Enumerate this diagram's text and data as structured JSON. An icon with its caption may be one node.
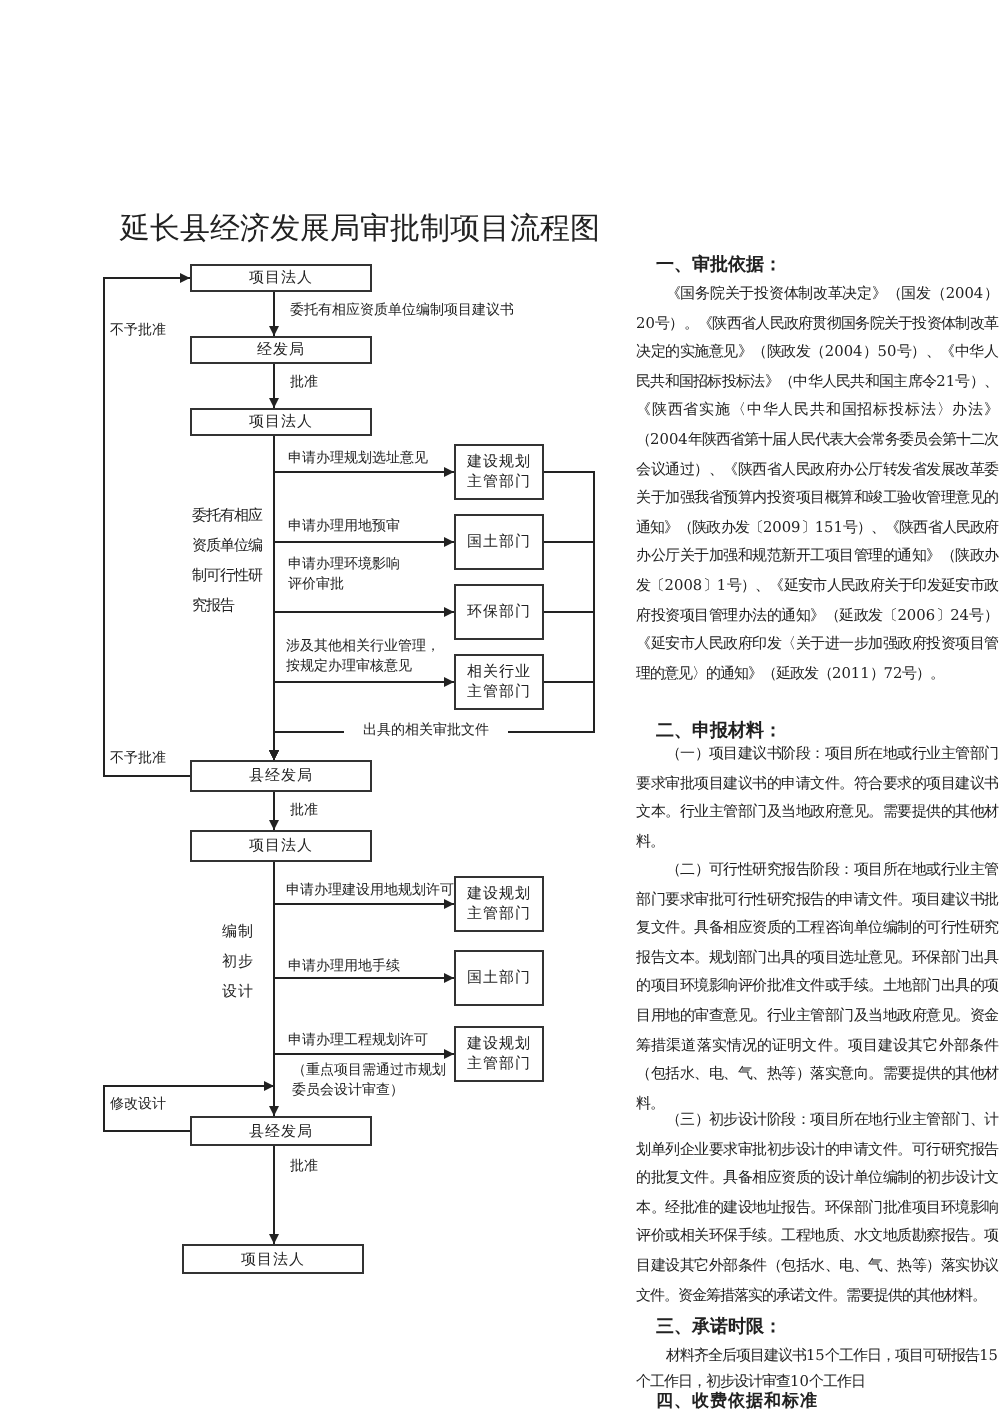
{
  "diagram": {
    "title": "延长县经济发展局审批制项目流程图",
    "nodes": [
      {
        "text": [
          "项目法人"
        ]
      },
      {
        "text": [
          "经发局"
        ]
      },
      {
        "text": [
          "项目法人"
        ]
      },
      {
        "text": [
          "建设规划主管部门"
        ]
      },
      {
        "text": [
          "国土部门"
        ]
      },
      {
        "text": [
          "环保部门"
        ]
      },
      {
        "text": [
          "相关行业主管部门"
        ]
      },
      {
        "text": [
          "县经发局"
        ]
      },
      {
        "text": [
          "项目法人"
        ]
      },
      {
        "text": [
          "建设规划主管部门"
        ]
      },
      {
        "text": [
          "国土部门"
        ]
      },
      {
        "text": [
          "建设规划主管部门"
        ]
      },
      {
        "text": [
          "县经发局"
        ]
      },
      {
        "text": [
          "项目法人"
        ]
      }
    ],
    "edges": [
      {
        "from": 0,
        "to": 1,
        "arrow": "to",
        "label": "委托有相应资质单位编制项目建议书"
      },
      {
        "from": 1,
        "to": 2,
        "arrow": "to",
        "label": "批准"
      },
      {
        "from": 7,
        "to": 0,
        "arrow": "to",
        "label": "不予批准"
      },
      {
        "from": 2,
        "to": 7,
        "arrow": "to",
        "label": "委托有相应资质单位编制可行性研究报告"
      },
      {
        "from": 2,
        "to": 3,
        "arrow": "to",
        "label": "申请办理规划选址意见"
      },
      {
        "from": 2,
        "to": 4,
        "arrow": "to",
        "label": "申请办理用地预审"
      },
      {
        "from": 2,
        "to": 5,
        "arrow": "to",
        "label": "申请办理环境影响评价审批"
      },
      {
        "from": 2,
        "to": 6,
        "arrow": "to",
        "label": "涉及其他相关行业管理，按规定办理审核意见"
      },
      {
        "from": 3,
        "to": 7,
        "arrow": "to"
      },
      {
        "from": 4,
        "to": 7,
        "arrow": "to"
      },
      {
        "from": 5,
        "to": 7,
        "arrow": "to"
      },
      {
        "from": 6,
        "to": 7,
        "arrow": "to",
        "label": "出具的相关审批文件"
      },
      {
        "from": 7,
        "to": 8,
        "arrow": "to",
        "label": "批准"
      },
      {
        "from": 8,
        "to": 12,
        "arrow": "to",
        "label": "编制初步设计"
      },
      {
        "from": 8,
        "to": 9,
        "arrow": "to",
        "label": "申请办理建设用地规划许可"
      },
      {
        "from": 8,
        "to": 10,
        "arrow": "to",
        "label": "申请办理用地手续"
      },
      {
        "from": 8,
        "to": 11,
        "arrow": "to",
        "label": "申请办理工程规划许可"
      },
      {
        "from": 12,
        "to": 12,
        "arrow": "to",
        "label": "修改设计"
      },
      {
        "from": 12,
        "to": 13,
        "arrow": "to",
        "label": "批准"
      }
    ],
    "labels": [
      "不予批准",
      "（重点项目需通过市规划委员会设计审查）",
      "一、审批依据：",
      "《国务院关于投资体制改革决定》（国发（2004）20号）。《陕西省人民政府贯彻国务院关于投资体制改革决定的实施意见》（陕政发（2004）50号）、《中华人民共和国招标投标法》（中华人民共和国主席令21号）、《陕西省实施〈中华人民共和国招标投标法〉办法》（2004年陕西省第十届人民代表大会常务委员会第十二次会议通过）、《陕西省人民政府办公厅转发省发展改革委关于加强我省预算内投资项目概算和竣工验收管理意见的通知》（陕政办发〔2009〕151号）、《陕西省人民政府办公厅关于加强和规范新开工项目管理的通知》（陕政办发〔2008〕1号）、《延安市人民政府关于印发延安市政府投资项目管理办法的通知》（延政发〔2006〕24号）《延安市人民政府印发〈关于进一步加强政府投资项目管理的意见〉的通知》（延政发（2011）72号）。",
      "二、申报材料：",
      "（一）项目建议书阶段：项目所在地或行业主管部门要求审批项目建议书的申请文件。符合要求的项目建议书文本。行业主管部门及当地政府意见。需要提供的其他材料。",
      "（二）可行性研究报告阶段：项目所在地或行业主管部门要求审批可行性研究报告的申请文件。项目建议书批复文件。具备相应资质的工程咨询单位编制的可行性研究报告文本。规划部门出具的项目选址意见。环保部门出具的项目环境影响评价批准文件或手续。土地部门出具的项目用地的审查意见。行业主管部门及当地政府意见。资金筹措渠道落实情况的证明文件。项目建设其它外部条件（包括水、电、气、热等）落实意向。需要提供的其他材料。",
      "（三）初步设计阶段：项目所在地行业主管部门、计划单列企业要求审批初步设计的申请文件。可行研究报告的批复文件。具备相应资质的设计单位编制的初步设计文本。经批准的建设地址报告。环保部门批准项目环境影响评价或相关环保手续。工程地质、水文地质勘察报告。项目建设其它外部条件（包括水、电、气、热等）落实协议文件。资金筹措落实的承诺文件。需要提供的其他材料。",
      "三、承诺时限：",
      "材料齐全后项目建议书15个工作日，项目可研报告15个工作日，初步设计审查10个工作日",
      "四、收费依据和标准"
    ]
  }
}
